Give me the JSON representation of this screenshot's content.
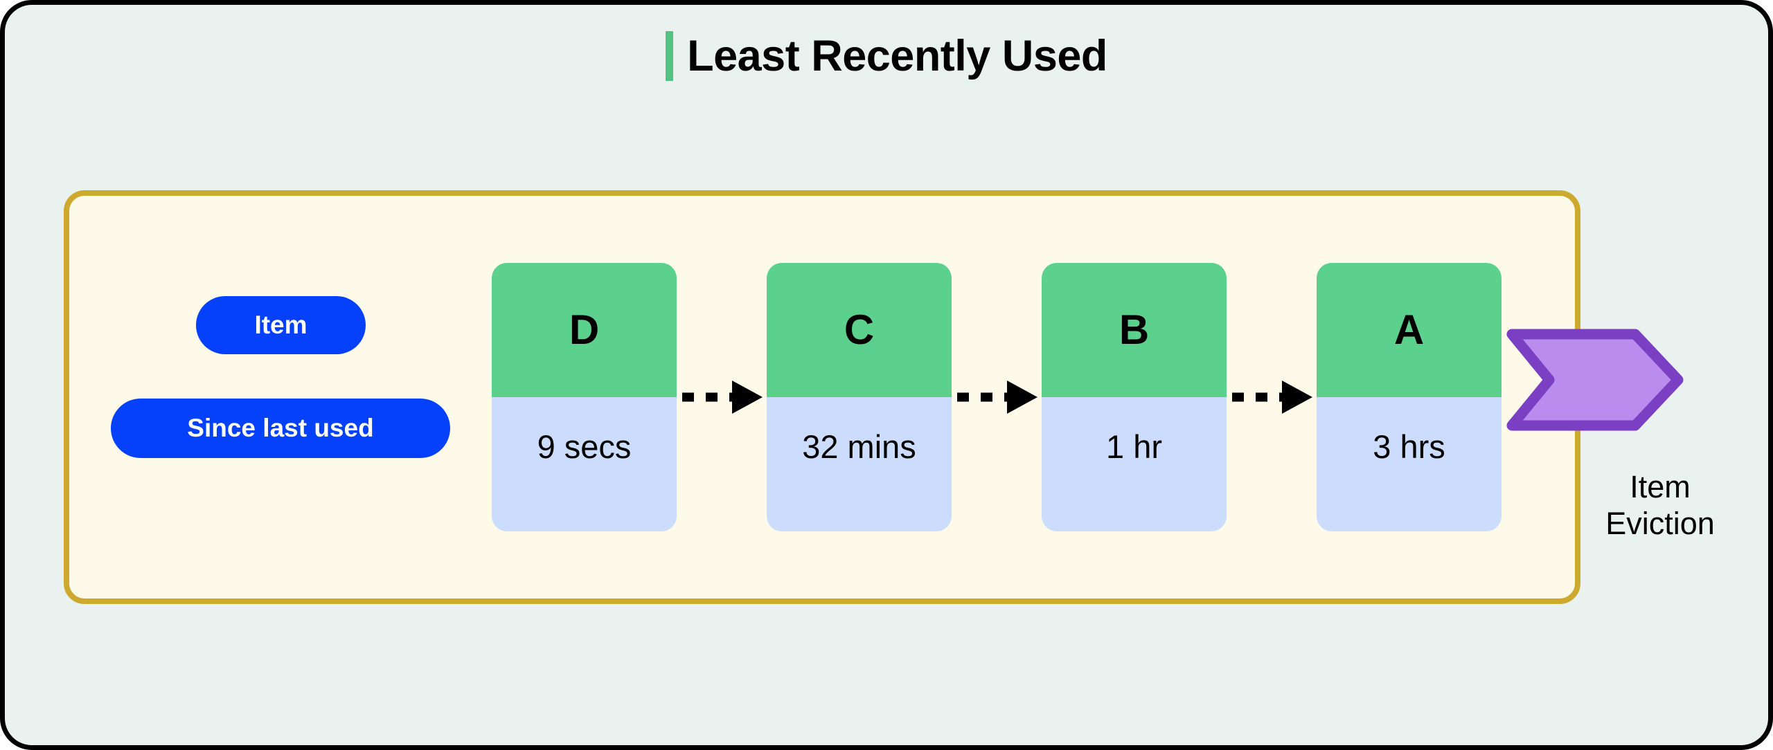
{
  "title": {
    "text": "Least Recently Used",
    "accent_color": "#55c185"
  },
  "colors": {
    "page_background": "#e9f2ef",
    "frame_border": "#000000",
    "panel_background": "#fdfae9",
    "panel_border": "#cda930",
    "pill_background": "#0540fa",
    "pill_text": "#ffffff",
    "card_top": "#5bd18d",
    "card_bottom": "#ccdcfc",
    "arrow": "#000000",
    "eviction_fill": "#b98cee",
    "eviction_stroke": "#7b3fc4"
  },
  "legend": {
    "item_label": "Item",
    "since_label": "Since last used"
  },
  "cards": [
    {
      "letter": "D",
      "time": "9 secs"
    },
    {
      "letter": "C",
      "time": "32 mins"
    },
    {
      "letter": "B",
      "time": "1 hr"
    },
    {
      "letter": "A",
      "time": "3 hrs"
    }
  ],
  "eviction": {
    "label_line1": "Item",
    "label_line2": "Eviction"
  }
}
